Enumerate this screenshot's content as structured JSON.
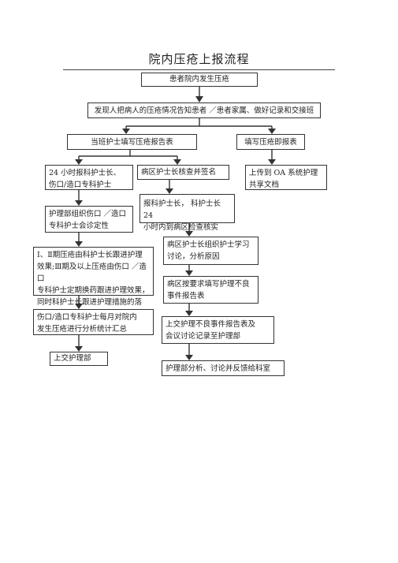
{
  "title": "院内压疮上报流程",
  "nodes": {
    "start": "患者院内发生压疮",
    "notify": "发现人把病人的压疮情况告知患者 ／患者家属、做好记录和交接班",
    "fill_report": "当班护士填写压疮报告表",
    "fill_instant": "填写压疮即报表",
    "report_24h": "24 小时报科护士长、\n伤口/造口专科护士",
    "head_nurse_review": "病区护士长核查并签名",
    "upload_oa": "上传到 OA 系统护理\n共享文档",
    "dept_head_check": "报科护士长， 科护士长 24\n小时内到病区检查核实",
    "diagnosis": "护理部组织伤口 ／造口\n专科护士会诊定性",
    "ward_study": "病区护士长组织护士学习\n讨论，分析原因",
    "follow_up": "Ⅰ、Ⅱ期压疮由科护士长跟进护理\n效果;Ⅲ期及以上压疮由伤口 ／造口\n专科护士定期换药跟进护理效果，\n同时科护士长跟进护理措施的落实。",
    "adverse_report": "病区按要求填写护理不良\n事件报告表",
    "monthly_stats": "伤口/造口专科护士每月对院内\n发生压疮进行分析统计汇总",
    "submit_records": "上交护理不良事件报告表及\n会议讨论记录至护理部",
    "submit_dept": "上交护理部",
    "feedback": "护理部分析、讨论并反馈给科室"
  }
}
